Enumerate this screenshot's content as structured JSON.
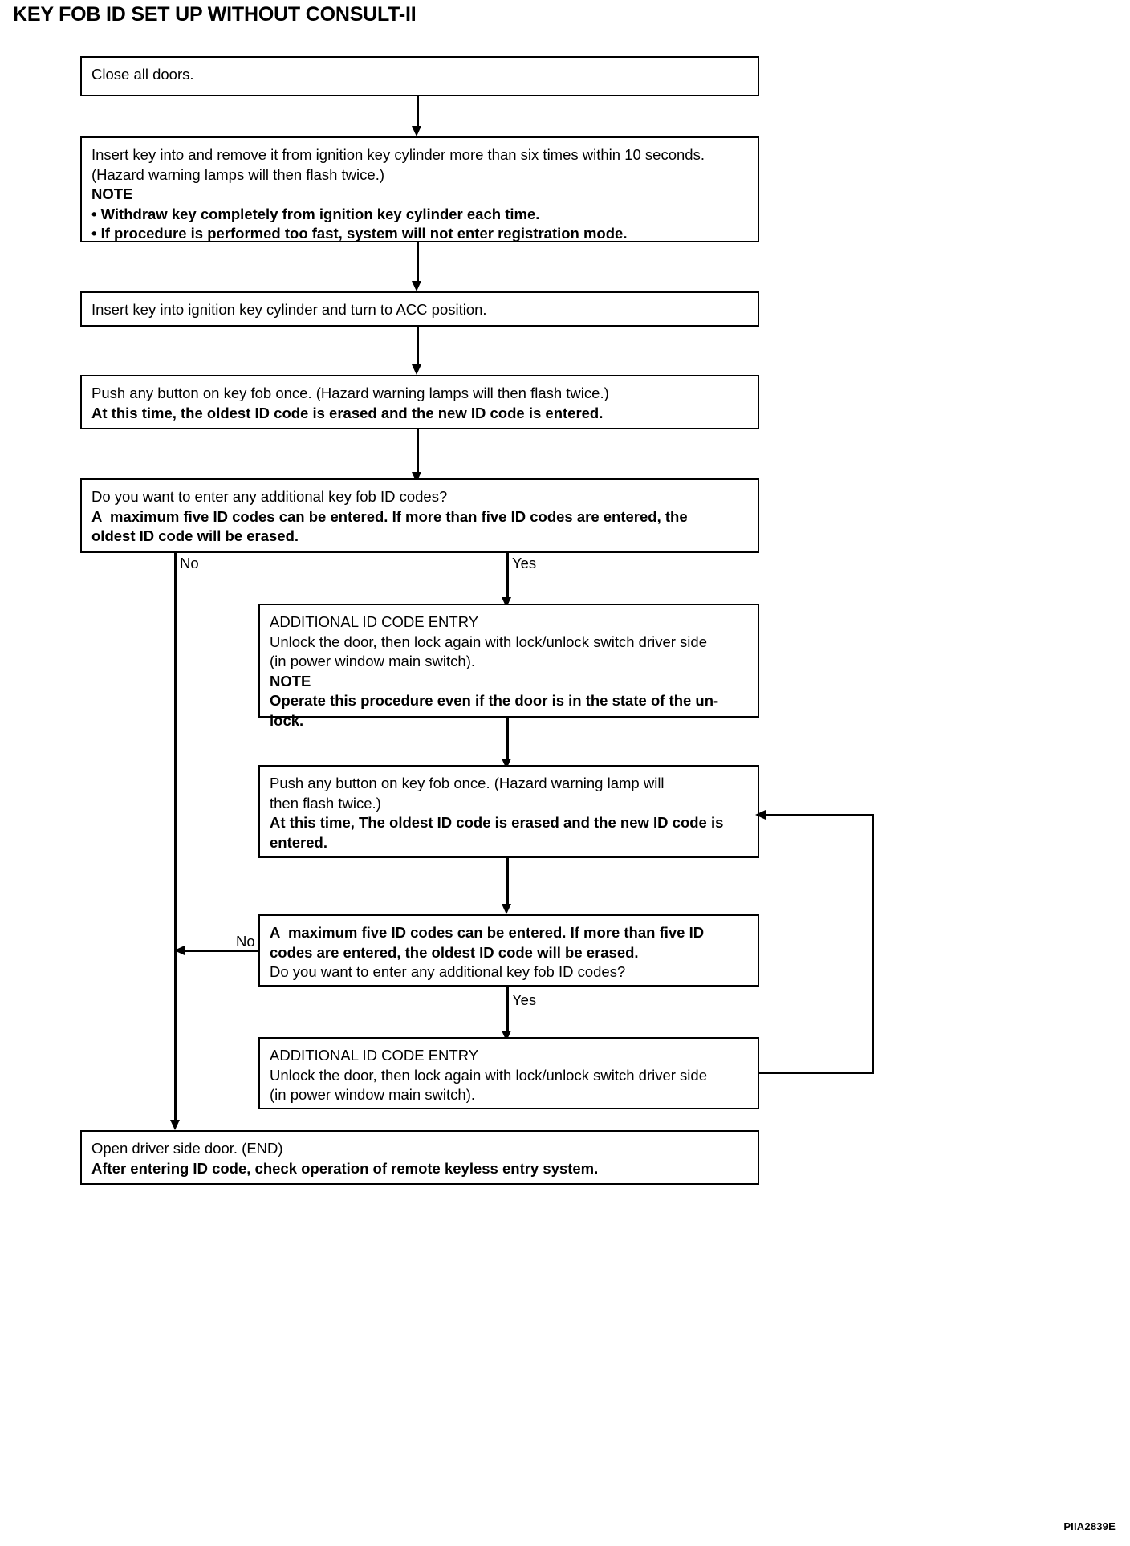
{
  "page": {
    "title": "KEY FOB ID SET UP WITHOUT CONSULT-II",
    "footer_code": "PIIA2839E",
    "line_color": "#000000",
    "background_color": "#ffffff"
  },
  "boxes": {
    "close_doors": {
      "lines": [
        {
          "text": "Close all doors.",
          "bold": false
        }
      ]
    },
    "insert_remove_key": {
      "lines": [
        {
          "text": "Insert key into and remove it from ignition key cylinder more than six times within 10 seconds.",
          "bold": false
        },
        {
          "text": "(Hazard warning lamps will then flash twice.)",
          "bold": false
        },
        {
          "text": "NOTE",
          "bold": true
        },
        {
          "text": "• Withdraw key completely from ignition key cylinder each time.",
          "bold": true
        },
        {
          "text": "• If procedure is performed too fast, system will not enter registration mode.",
          "bold": true
        }
      ]
    },
    "turn_acc": {
      "lines": [
        {
          "text": "Insert key into ignition key cylinder and turn to ACC position.",
          "bold": false
        }
      ]
    },
    "push_button_1": {
      "lines": [
        {
          "text": "Push any button on key fob once. (Hazard warning lamps will then flash twice.)",
          "bold": false
        },
        {
          "text": "At this time, the oldest ID code is erased and the new ID code is entered.",
          "bold": true
        }
      ]
    },
    "decision_1": {
      "lines": [
        {
          "text": "Do you want to enter any additional key fob ID codes?",
          "bold": false
        },
        {
          "text": "A  maximum five ID codes can be entered. If more than five ID codes are entered, the",
          "bold": true
        },
        {
          "text": "oldest ID code will be erased.",
          "bold": true
        }
      ]
    },
    "additional_entry_1": {
      "lines": [
        {
          "text": "ADDITIONAL ID CODE ENTRY",
          "bold": false
        },
        {
          "text": "Unlock the door, then lock again with lock/unlock switch driver side",
          "bold": false
        },
        {
          "text": "(in power window main switch).",
          "bold": false
        },
        {
          "text": "NOTE",
          "bold": true
        },
        {
          "text": "Operate this procedure even if the door is in the state of the un-",
          "bold": true
        },
        {
          "text": "lock.",
          "bold": true
        }
      ]
    },
    "push_button_2": {
      "lines": [
        {
          "text": "Push any button on key fob once. (Hazard warning lamp will",
          "bold": false
        },
        {
          "text": "then flash twice.)",
          "bold": false
        },
        {
          "text": "At this time, The oldest ID code is erased and the new ID code is",
          "bold": true
        },
        {
          "text": "entered.",
          "bold": true
        }
      ]
    },
    "decision_2": {
      "lines": [
        {
          "text": "A  maximum five ID codes can be entered. If more than five ID",
          "bold": true
        },
        {
          "text": "codes are entered, the oldest ID code will be erased.",
          "bold": true
        },
        {
          "text": "Do you want to enter any additional key fob ID codes?",
          "bold": false
        }
      ]
    },
    "additional_entry_2": {
      "lines": [
        {
          "text": "ADDITIONAL ID CODE ENTRY",
          "bold": false
        },
        {
          "text": "Unlock the door, then lock again with lock/unlock switch driver side",
          "bold": false
        },
        {
          "text": "(in power window main switch).",
          "bold": false
        }
      ]
    },
    "end_box": {
      "lines": [
        {
          "text": "Open driver side door. (END)",
          "bold": false
        },
        {
          "text": "After entering ID code, check operation of remote keyless entry system.",
          "bold": true
        }
      ]
    }
  },
  "branch_labels": {
    "decision1_no": "No",
    "decision1_yes": "Yes",
    "decision2_no": "No",
    "decision2_yes": "Yes"
  }
}
